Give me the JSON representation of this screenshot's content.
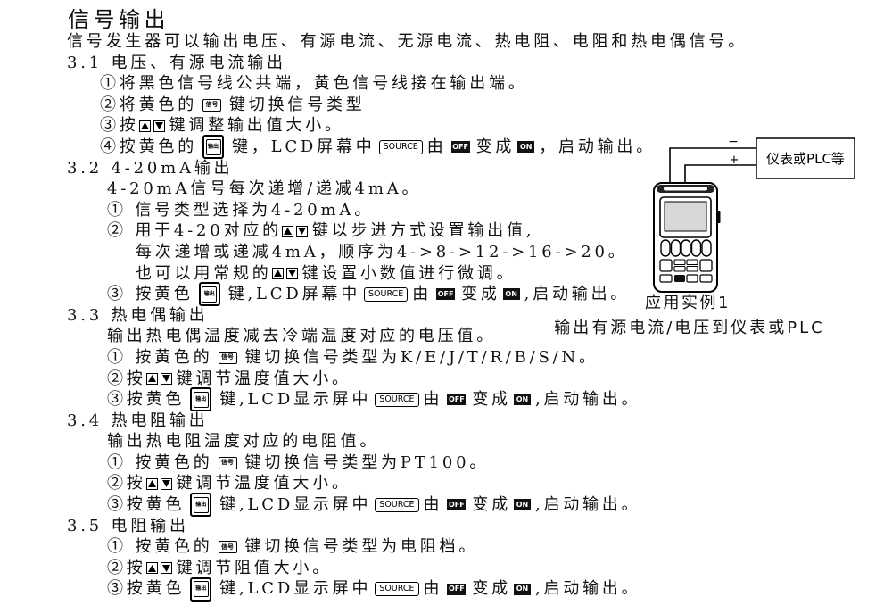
{
  "title": "信号输出",
  "intro": "信号发生器可以输出电压、有源电流、无源电流、热电阻、电阻和热电偶信号。",
  "keys": {
    "signal": "信号",
    "output": "输出",
    "source": "SOURCE",
    "off": "OFF",
    "on": "ON"
  },
  "icons": {
    "signal_key": "signal-key-icon",
    "output_key": "output-key-icon",
    "source_indicator": "source-indicator-icon",
    "off_indicator": "off-indicator-icon",
    "on_indicator": "on-indicator-icon",
    "up_key": "up-key-icon",
    "down_key": "down-key-icon",
    "device": "calibrator-device-icon"
  },
  "sections": [
    {
      "heading": "3.1 电压、有源电流输出",
      "lines": [
        [
          "①将黑色信号线公共端，黄色信号线接在输出端。"
        ],
        [
          "②将黄色的",
          "键切换信号类型"
        ],
        [
          "③按",
          "键调整输出值大小。"
        ],
        [
          "④按黄色的",
          "键，LCD屏幕中",
          "由",
          "变成",
          "，启动输出。"
        ]
      ]
    },
    {
      "heading": "3.2 4-20mA输出",
      "lines": [
        [
          "4-20mA信号每次递增/递减4mA。"
        ],
        [
          "① 信号类型选择为4-20mA。"
        ],
        [
          "② 用于4-20对应的",
          "键以步进方式设置输出值,"
        ],
        [
          "每次递增或递减4mA，顺序为4->8->12->16->20。"
        ],
        [
          "也可以用常规的",
          "键设置小数值进行微调。"
        ],
        [
          "③ 按黄色",
          "键,LCD屏幕中",
          "由",
          "变成",
          ",启动输出。"
        ]
      ]
    },
    {
      "heading": "3.3 热电偶输出",
      "lines": [
        [
          "输出热电偶温度减去冷端温度对应的电压值。"
        ],
        [
          "① 按黄色的",
          "键切换信号类型为K/E/J/T/R/B/S/N。"
        ],
        [
          "②按",
          "键调节温度值大小。"
        ],
        [
          "③按黄色",
          "键,LCD显示屏中",
          "由",
          "变成",
          ",启动输出。"
        ]
      ]
    },
    {
      "heading": "3.4 热电阻输出",
      "lines": [
        [
          "输出热电阻温度对应的电阻值。"
        ],
        [
          "① 按黄色的",
          "键切换信号类型为PT100。"
        ],
        [
          "②按",
          "键调节温度值大小。"
        ],
        [
          "③按黄色",
          "键,LCD显示屏中",
          "由",
          "变成",
          ",启动输出。"
        ]
      ]
    },
    {
      "heading": "3.5 电阻输出",
      "lines": [
        [
          "① 按黄色的",
          "键切换信号类型为电阻档。"
        ],
        [
          "②按",
          "键调节阻值大小。"
        ],
        [
          "③按黄色",
          "键,LCD显示屏中",
          "由",
          "变成",
          ",启动输出。"
        ]
      ]
    }
  ],
  "diagram": {
    "instrument_label": "仪表或PLC等",
    "minus_label": "−",
    "plus_label": "+",
    "caption_title": "应用实例1",
    "caption": "输出有源电流/电压到仪表或PLC"
  },
  "colors": {
    "text": "#111111",
    "background": "#ffffff",
    "indicator_fill": "#111111",
    "screen_fill": "#d8d8d8"
  }
}
